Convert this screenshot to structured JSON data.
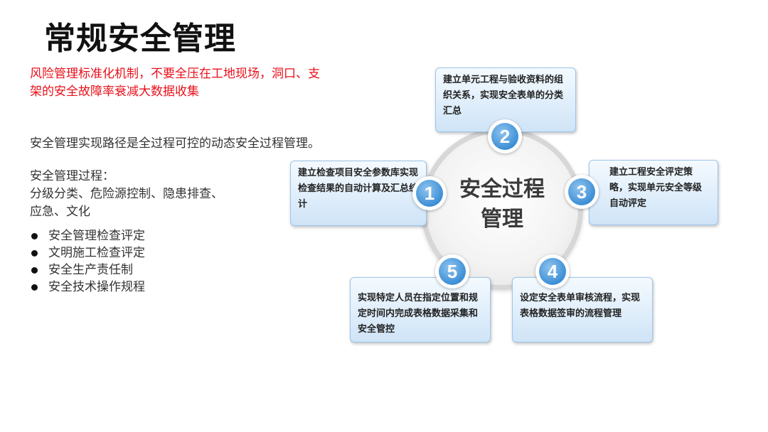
{
  "title": "常规安全管理",
  "risk_text": "风险管理标准化机制，不要全压在工地现场，洞口、支架的安全故障率衰减大数据收集",
  "path_text": "安全管理实现路径是全过程可控的动态安全过程管理。",
  "process": {
    "heading": "安全管理过程：",
    "line1": "分级分类、危险源控制、隐患排查、",
    "line2": "应急、文化"
  },
  "bullets": [
    "安全管理检查评定",
    "文明施工检查评定",
    "安全生产责任制",
    "安全技术操作规程"
  ],
  "diagram": {
    "center_line1": "安全过程",
    "center_line2": "管理",
    "steps": [
      {
        "num": "1",
        "text": "建立检查项目安全参数库实现检查结果的自动计算及汇总统计"
      },
      {
        "num": "2",
        "text": "建立单元工程与验收资料的组织关系，实现安全表单的分类汇总"
      },
      {
        "num": "3",
        "text": "建立工程安全评定策略，实现单元安全等级自动评定"
      },
      {
        "num": "4",
        "text": "设定安全表单审核流程，实现表格数据签审的流程管理"
      },
      {
        "num": "5",
        "text": "实现特定人员在指定位置和规定时间内完成表格数据采集和安全管控"
      }
    ],
    "colors": {
      "accent": "#3d8fd6",
      "box_border": "#9cc5ea",
      "risk_text": "#e8101a"
    }
  }
}
